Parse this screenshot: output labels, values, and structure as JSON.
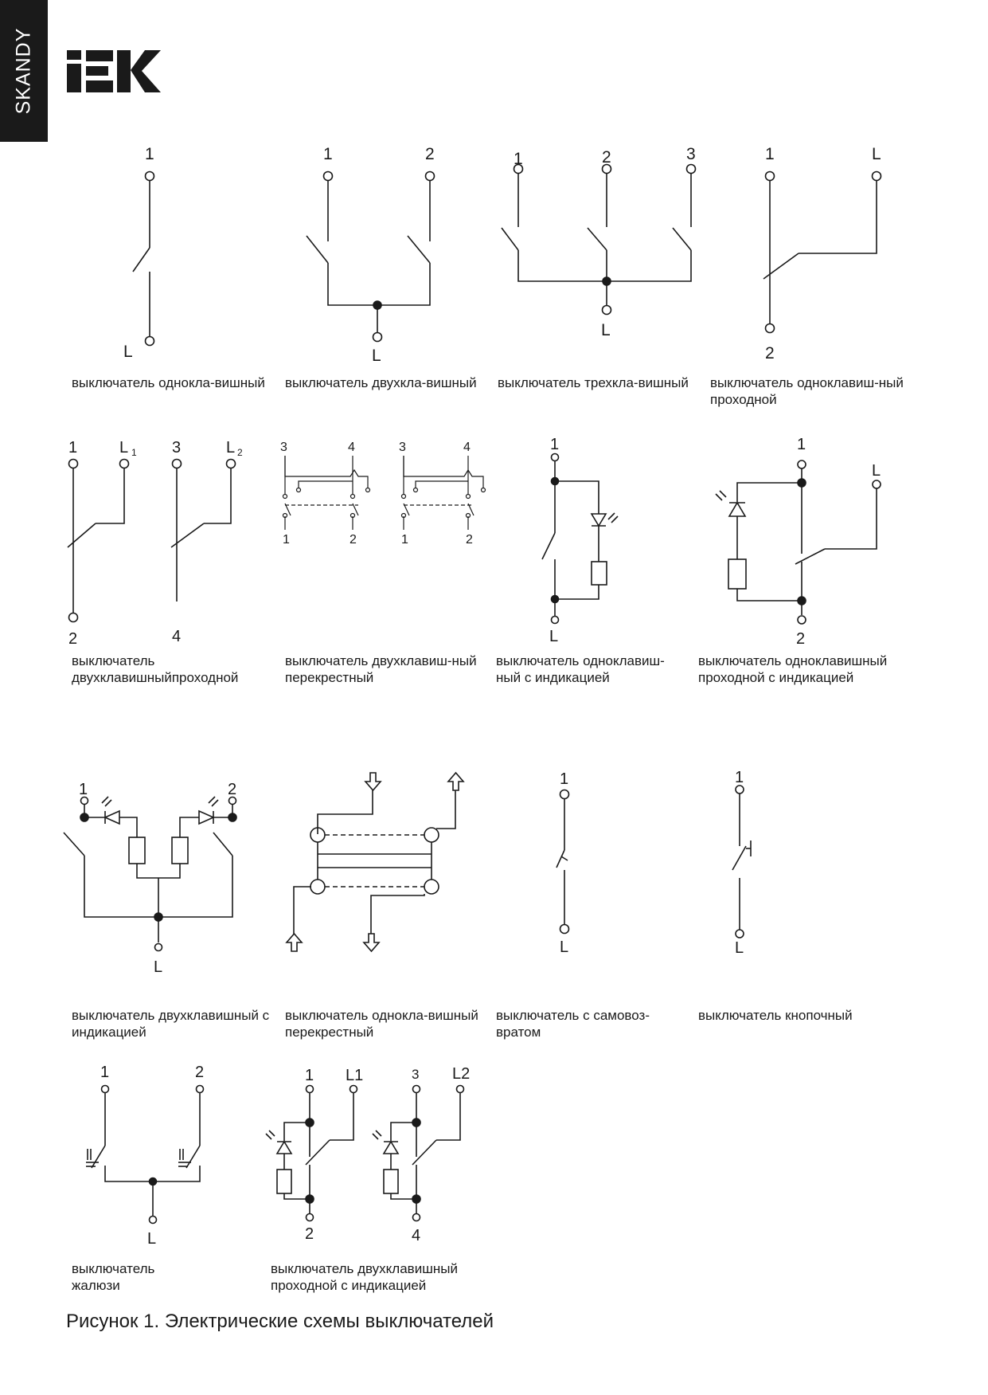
{
  "brand": {
    "side_label": "SKANDY",
    "logo_text": "IEK"
  },
  "diagram_labels": {
    "d1": [
      "1",
      "L"
    ],
    "d2": [
      "1",
      "2",
      "L"
    ],
    "d3": [
      "1",
      "2",
      "3",
      "L"
    ],
    "d4": [
      "1",
      "L",
      "2"
    ],
    "d5": [
      "1",
      "L",
      "1",
      "3",
      "L",
      "2",
      "2",
      "4"
    ],
    "d6": [
      "3",
      "4",
      "1",
      "2",
      "3",
      "4",
      "1",
      "2"
    ],
    "d7": [
      "1",
      "L"
    ],
    "d8": [
      "1",
      "L",
      "2"
    ],
    "d9": [
      "1",
      "2",
      "L"
    ],
    "d11": [
      "1",
      "L"
    ],
    "d12": [
      "1",
      "L"
    ],
    "d13": [
      "1",
      "2",
      "L"
    ],
    "d14": [
      "1",
      "L1",
      "2",
      "3",
      "L2",
      "4"
    ]
  },
  "captions": [
    "выключатель однокла-вишный",
    "выключатель двухкла-вишный",
    "выключатель трехкла-вишный",
    "выключатель одноклавиш-ный проходной",
    "выключатель двухклавишныйпроходной",
    "выключатель двухклавиш-ный перекрестный",
    "выключатель одноклавиш-ный с индикацией",
    "выключатель одноклавишный проходной с индикацией",
    "выключатель двухклавишный с индикацией",
    "выключатель однокла-вишный перекрестный",
    "выключатель с самовоз-вратом",
    "выключатель кнопочный",
    "выключатель жалюзи",
    "выключатель двухклавишный проходной с индикацией"
  ],
  "figure_caption": "Рисунок 1. Электрические схемы выключателей"
}
